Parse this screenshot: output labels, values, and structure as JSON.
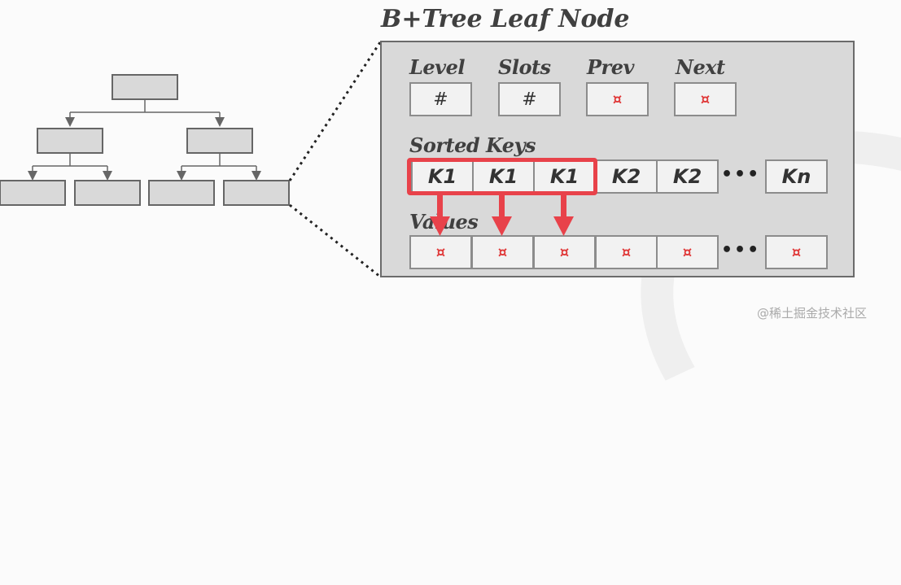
{
  "title": "B+Tree Leaf Node",
  "headers": {
    "level": "Level",
    "slots": "Slots",
    "prev": "Prev",
    "next": "Next",
    "sorted_keys": "Sorted Keys",
    "values": "Values"
  },
  "header_cells": {
    "level": "#",
    "slots": "#",
    "prev": "¤",
    "next": "¤"
  },
  "keys": [
    "K1",
    "K1",
    "K1",
    "K2",
    "K2",
    "Kn"
  ],
  "values": [
    "¤",
    "¤",
    "¤",
    "¤",
    "¤",
    "¤"
  ],
  "ellipsis": "•••",
  "watermark": "@稀土掘金技术社区",
  "colors": {
    "highlight": "#e8424a",
    "pointer": "#e03a3a",
    "panel": "#d9d9d9",
    "cell": "#f2f2f2"
  }
}
